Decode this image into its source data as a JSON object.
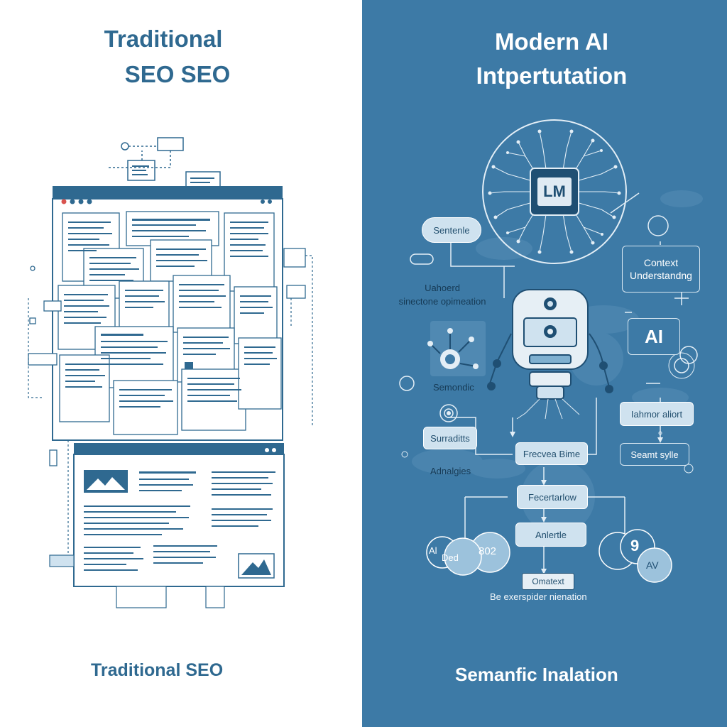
{
  "left": {
    "title_line1": "Traditional",
    "title_line2": "SEO SEO",
    "caption": "Traditional SEO"
  },
  "right": {
    "title_line1": "Modern AI",
    "title_line2": "Intpertutation",
    "chip_label": "LM",
    "caption": "Semanfic Inalation",
    "nodes": {
      "sentence": "Sentenle",
      "context": "Context Understandng",
      "ai": "AI",
      "enhanced_line1": "Uahoerd",
      "enhanced_line2": "sinectone opimeation",
      "semantic": "Semondic",
      "informal": "Iahmor aliort",
      "surradits": "Surraditts",
      "adnalgies": "Adnalgies",
      "frecvea": "Frecvea Bime",
      "semant_style": "Seamt sylle",
      "fecertarlow": "Fecertarlow",
      "anlertle": "Anlertle",
      "omatext": "Omatext",
      "bottom_note": "Be exerspider nienation",
      "circle_al": "Al",
      "circle_ded": "Ded",
      "circle_802": "802",
      "circle_9": "9",
      "circle_av": "AV"
    }
  },
  "colors": {
    "left_bg": "#ffffff",
    "right_bg": "#3d7aa6",
    "accent": "#2f6990",
    "node_fill": "#cfe2ef"
  }
}
